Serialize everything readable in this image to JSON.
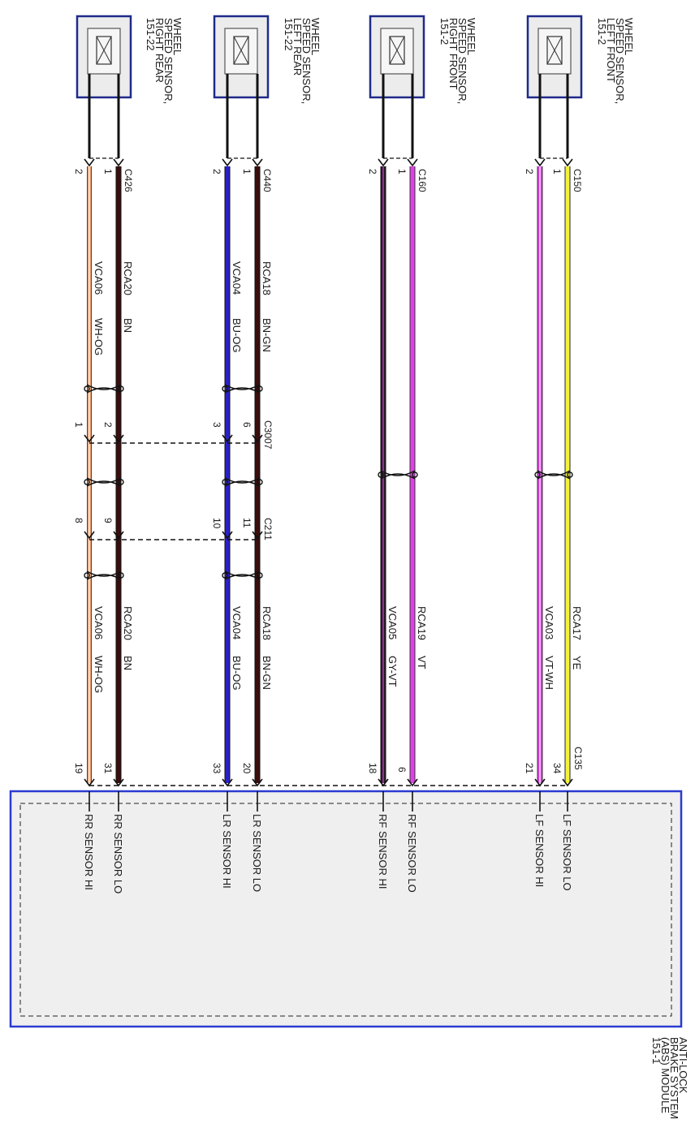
{
  "sensors": [
    {
      "id": "lf",
      "title_lines": [
        "WHEEL",
        "SPEED SENSOR,",
        "LEFT FRONT",
        "151-2"
      ]
    },
    {
      "id": "rf",
      "title_lines": [
        "WHEEL",
        "SPEED SENSOR,",
        "RIGHT FRONT",
        "151-2"
      ]
    },
    {
      "id": "lr",
      "title_lines": [
        "WHEEL",
        "SPEED SENSOR,",
        "LEFT REAR",
        "151-22"
      ]
    },
    {
      "id": "rr",
      "title_lines": [
        "WHEEL",
        "SPEED SENSOR,",
        "RIGHT REAR",
        "151-22"
      ]
    }
  ],
  "sensor_connectors": [
    {
      "id": "lf",
      "name": "C150",
      "pins": [
        "1",
        "2"
      ]
    },
    {
      "id": "rf",
      "name": "C160",
      "pins": [
        "1",
        "2"
      ]
    },
    {
      "id": "lr",
      "name": "C440",
      "pins": [
        "1",
        "2"
      ]
    },
    {
      "id": "rr",
      "name": "C426",
      "pins": [
        "1",
        "2"
      ]
    }
  ],
  "inline_connectors": [
    {
      "name": "C3007",
      "pins": [
        "6",
        "3",
        "2",
        "1"
      ]
    },
    {
      "name": "C211",
      "pins": [
        "11",
        "10",
        "9",
        "8"
      ]
    }
  ],
  "module": {
    "title_lines": [
      "ANTI-LOCK",
      "BRAKE SYSTEM",
      "(ABS) MODULE",
      "151-1"
    ],
    "connector": "C135"
  },
  "wires": [
    {
      "id": "lf-lo",
      "circuit": "RCA17",
      "color_code": "YE",
      "stroke": "#f2f23c",
      "stripe": "",
      "module_pin": "34",
      "module_label": "LF SENSOR LO"
    },
    {
      "id": "lf-hi",
      "circuit": "VCA03",
      "color_code": "VT-WH",
      "stroke": "#e040e8",
      "stripe": "#ffffff",
      "module_pin": "21",
      "module_label": "LF SENSOR HI"
    },
    {
      "id": "rf-lo",
      "circuit": "RCA19",
      "color_code": "VT",
      "stroke": "#e040e8",
      "stripe": "",
      "module_pin": "6",
      "module_label": "RF SENSOR LO"
    },
    {
      "id": "rf-hi",
      "circuit": "VCA05",
      "color_code": "GY-VT",
      "stroke": "#2a1a2a",
      "stripe": "#d040d8",
      "module_pin": "18",
      "module_label": "RF SENSOR HI"
    },
    {
      "id": "lr-lo",
      "circuit": "RCA18",
      "color_code": "BN-GN",
      "stroke": "#3a0e0e",
      "stripe": "",
      "module_pin": "20",
      "module_label": "LR SENSOR LO"
    },
    {
      "id": "lr-hi",
      "circuit": "VCA04",
      "color_code": "BU-OG",
      "stroke": "#2a20c8",
      "stripe": "",
      "module_pin": "33",
      "module_label": "LR SENSOR HI"
    },
    {
      "id": "rr-lo",
      "circuit": "RCA20",
      "color_code": "BN",
      "stroke": "#3a0e0e",
      "stripe": "",
      "module_pin": "31",
      "module_label": "RR SENSOR LO"
    },
    {
      "id": "rr-hi",
      "circuit": "VCA06",
      "color_code": "WH-OG",
      "stroke": "#e8a070",
      "stripe": "#ffffff",
      "module_pin": "19",
      "module_label": "RR SENSOR HI"
    }
  ],
  "colors": {
    "module_border": "#2b3bd0",
    "module_fill": "#efefef",
    "sensor_border": "#1f2a8a"
  }
}
